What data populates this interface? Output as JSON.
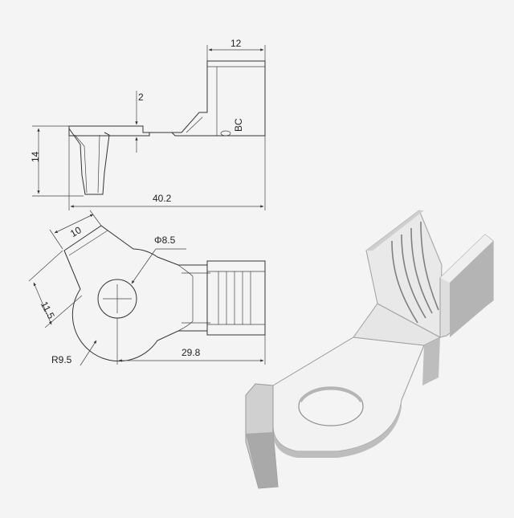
{
  "drawing": {
    "side_view": {
      "dim_top_width": "12",
      "dim_thickness": "2",
      "dim_height": "14",
      "dim_length": "40.2",
      "stamp_text": "BC"
    },
    "plan_view": {
      "dim_tab_width": "10",
      "dim_edge": "11.5",
      "dim_hole": "Φ8.5",
      "dim_radius": "R9.5",
      "dim_center_to_end": "29.8"
    }
  },
  "colors": {
    "background": "#f4f4f4",
    "line": "#333333",
    "metal_light": "#f2f2f2",
    "metal_mid": "#d8d8d8",
    "metal_dark": "#a9a9a9"
  }
}
